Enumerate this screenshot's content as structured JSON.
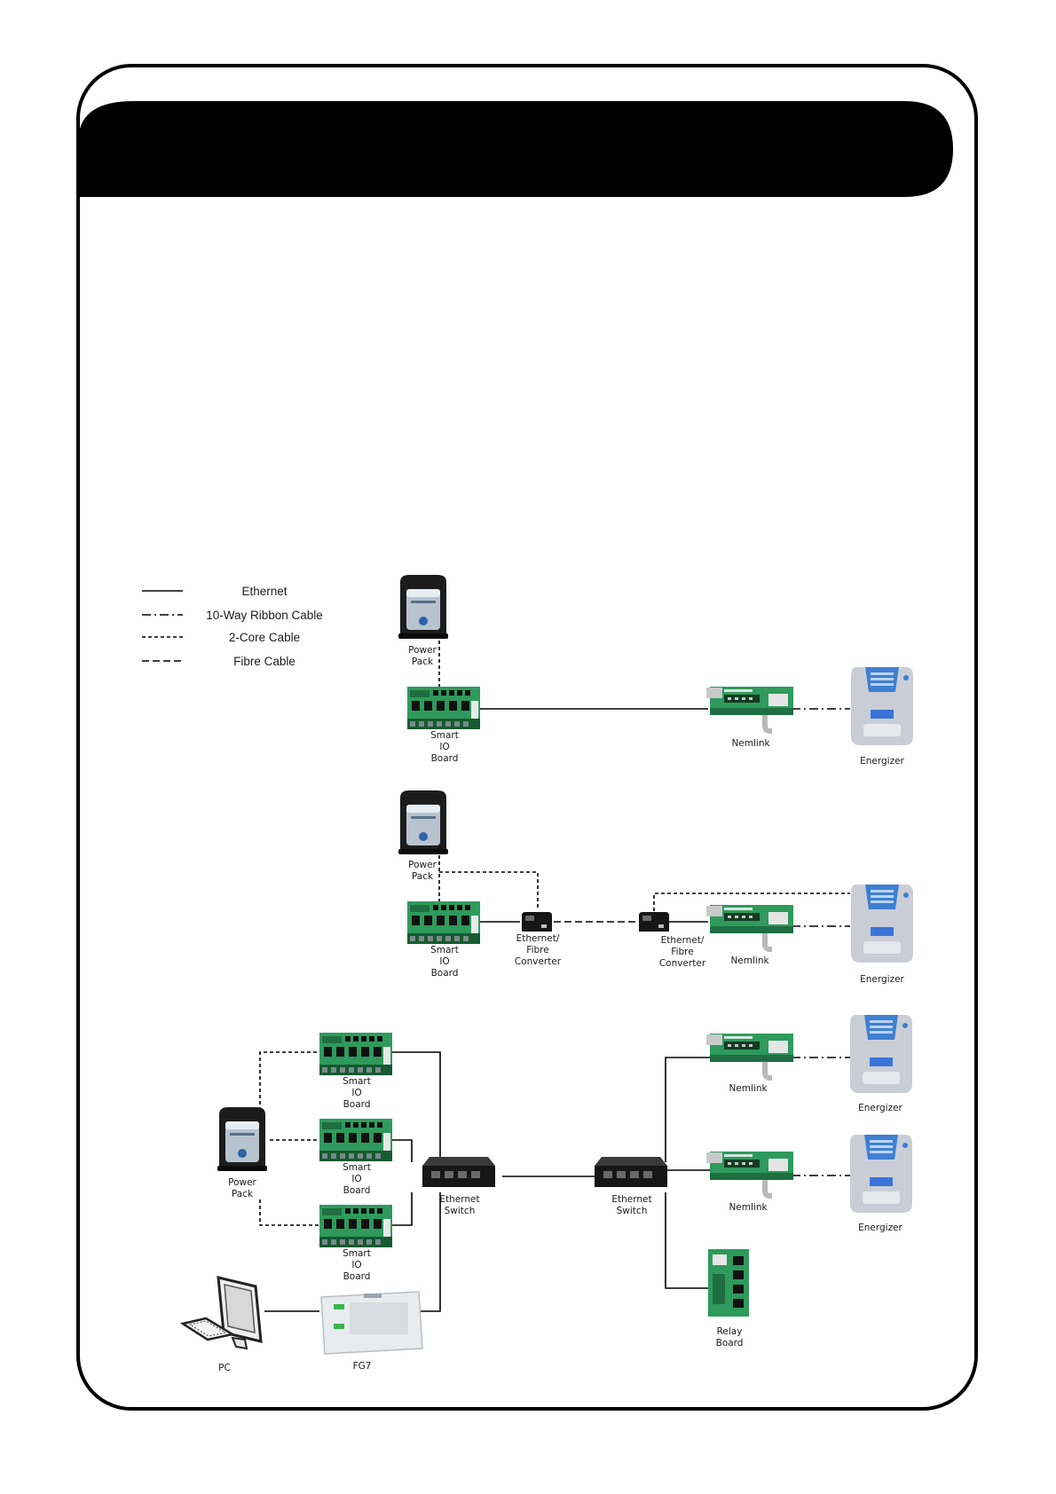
{
  "legend": {
    "items": [
      {
        "line_style": "solid",
        "label": "Ethernet"
      },
      {
        "line_style": "dash-dot",
        "label": "10-Way Ribbon Cable"
      },
      {
        "line_style": "short-dash",
        "label": "2-Core Cable"
      },
      {
        "line_style": "long-dash",
        "label": "Fibre Cable"
      }
    ]
  },
  "diagram1": {
    "power_pack": [
      "Power",
      "Pack"
    ],
    "smart_io": [
      "Smart",
      "IO",
      "Board"
    ],
    "nemlink": "Nemlink",
    "energizer": "Energizer"
  },
  "diagram2": {
    "power_pack": [
      "Power",
      "Pack"
    ],
    "smart_io": [
      "Smart",
      "IO",
      "Board"
    ],
    "converter_left": [
      "Ethernet/",
      "Fibre",
      "Converter"
    ],
    "converter_right": [
      "Ethernet/",
      "Fibre",
      "Converter"
    ],
    "nemlink": "Nemlink",
    "energizer": "Energizer"
  },
  "diagram3": {
    "power_pack": [
      "Power",
      "Pack"
    ],
    "smart_io_1": [
      "Smart",
      "IO",
      "Board"
    ],
    "smart_io_2": [
      "Smart",
      "IO",
      "Board"
    ],
    "smart_io_3": [
      "Smart",
      "IO",
      "Board"
    ],
    "switch_left": [
      "Ethernet",
      "Switch"
    ],
    "switch_right": [
      "Ethernet",
      "Switch"
    ],
    "nemlink_1": "Nemlink",
    "nemlink_2": "Nemlink",
    "energizer_1": "Energizer",
    "energizer_2": "Energizer",
    "relay_board": [
      "Relay",
      "Board"
    ],
    "pc": "PC",
    "fg7": "FG7"
  },
  "colors": {
    "frame": "#000000",
    "header_bar": "#000000",
    "board_green": "#2e9a5c",
    "power_pack_body": "#1c1c1c",
    "energizer_body": "#c9ced6",
    "energizer_accent": "#3f7fd0"
  }
}
